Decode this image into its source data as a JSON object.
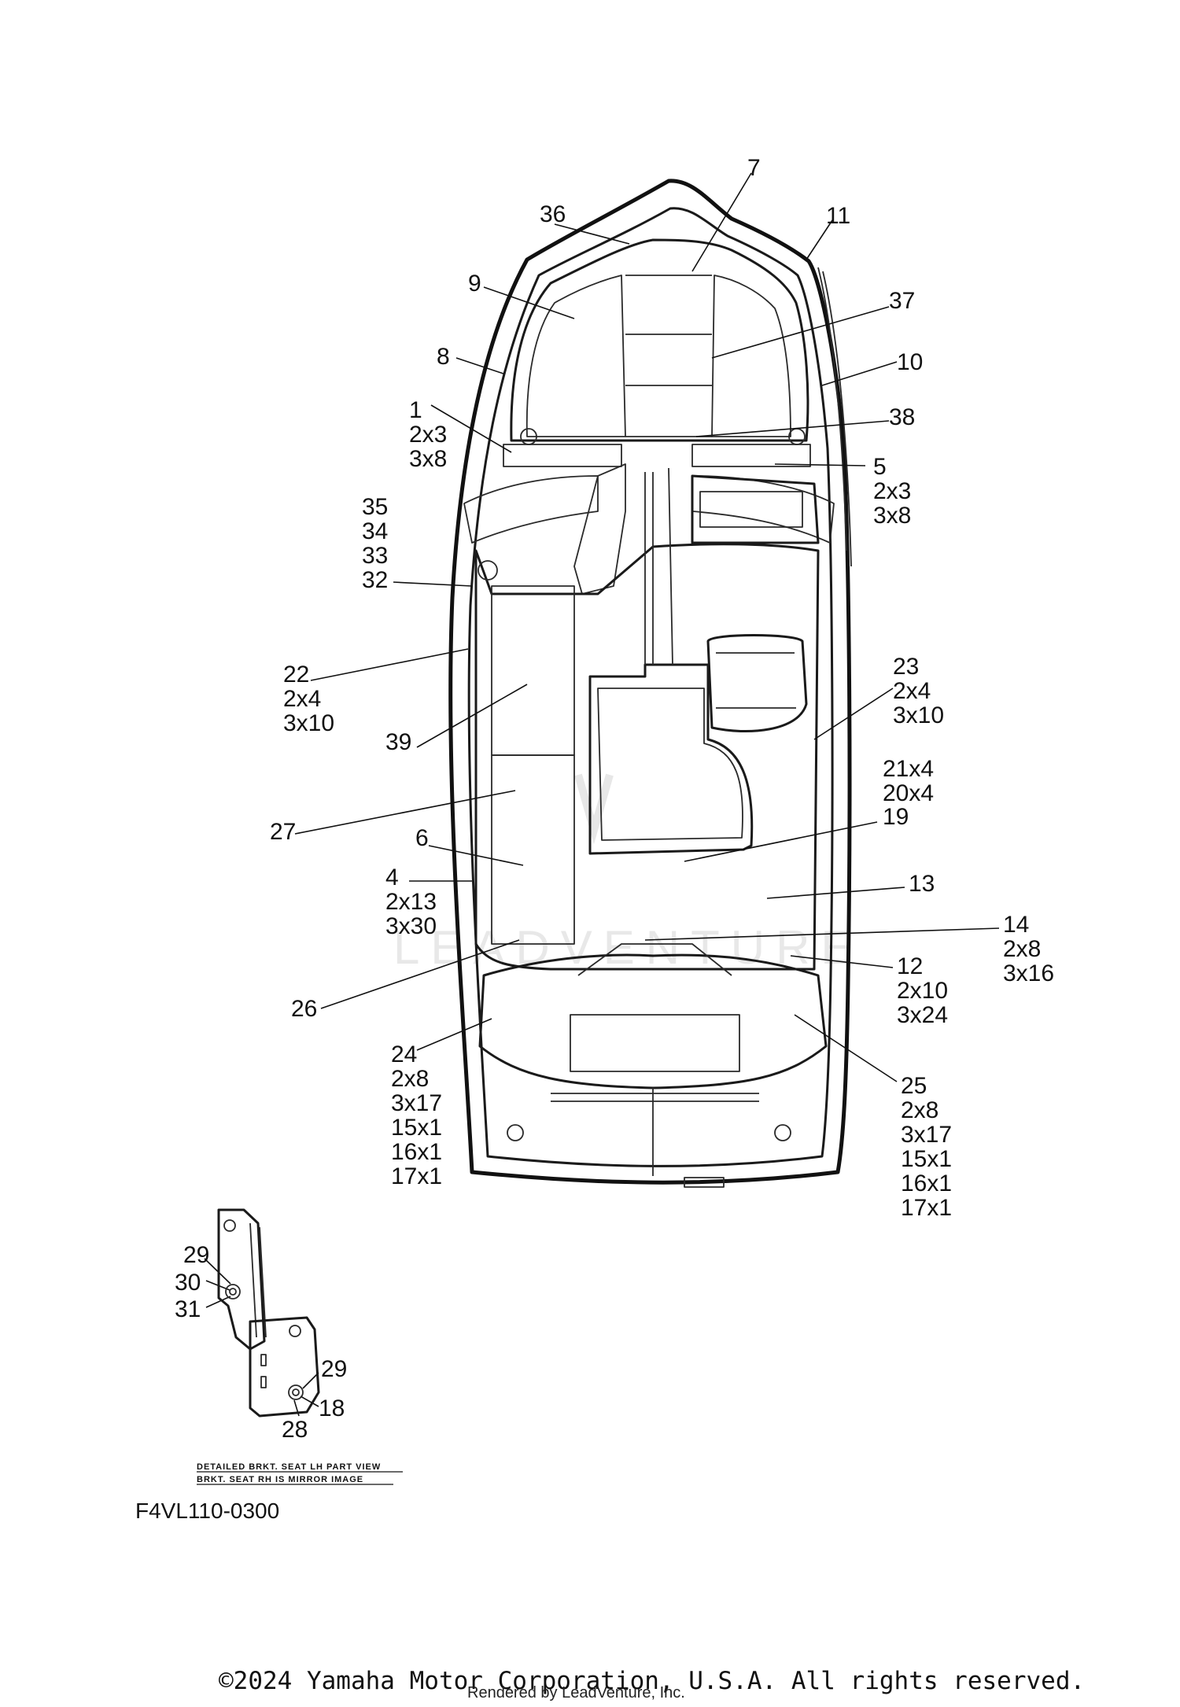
{
  "diagram": {
    "ref_code": "F4VL110-0300",
    "caption_line1": "DETAILED BRKT. SEAT LH PART VIEW",
    "caption_line2": "BRKT. SEAT RH IS MIRROR IMAGE",
    "copyright": "©2024 Yamaha Motor Corporation, U.S.A. All rights reserved.",
    "rendered_by": "Rendered by LeadVenture, Inc.",
    "watermark": "LEADVENTURE"
  },
  "callouts": [
    {
      "id": "c7",
      "lines": [
        "7"
      ]
    },
    {
      "id": "c36",
      "lines": [
        "36"
      ]
    },
    {
      "id": "c11",
      "lines": [
        "11"
      ]
    },
    {
      "id": "c9",
      "lines": [
        "9"
      ]
    },
    {
      "id": "c37",
      "lines": [
        "37"
      ]
    },
    {
      "id": "c8",
      "lines": [
        "8"
      ]
    },
    {
      "id": "c10",
      "lines": [
        "10"
      ]
    },
    {
      "id": "c1",
      "lines": [
        "1",
        "2x3",
        "3x8"
      ]
    },
    {
      "id": "c38",
      "lines": [
        "38"
      ]
    },
    {
      "id": "c5",
      "lines": [
        "5",
        "2x3",
        "3x8"
      ]
    },
    {
      "id": "c35",
      "lines": [
        "35",
        "34",
        "33",
        "32"
      ]
    },
    {
      "id": "c22",
      "lines": [
        "22",
        "2x4",
        "3x10"
      ]
    },
    {
      "id": "c23",
      "lines": [
        "23",
        "2x4",
        "3x10"
      ]
    },
    {
      "id": "c39",
      "lines": [
        "39"
      ]
    },
    {
      "id": "c21",
      "lines": [
        "21x4",
        "20x4"
      ]
    },
    {
      "id": "c19",
      "lines": [
        "19"
      ]
    },
    {
      "id": "c27",
      "lines": [
        "27"
      ]
    },
    {
      "id": "c6",
      "lines": [
        "6"
      ]
    },
    {
      "id": "c13",
      "lines": [
        "13"
      ]
    },
    {
      "id": "c4",
      "lines": [
        "4",
        "2x13",
        "3x30"
      ]
    },
    {
      "id": "c14",
      "lines": [
        "14",
        "2x8",
        "3x16"
      ]
    },
    {
      "id": "c12",
      "lines": [
        "12",
        "2x10",
        "3x24"
      ]
    },
    {
      "id": "c26",
      "lines": [
        "26"
      ]
    },
    {
      "id": "c24",
      "lines": [
        "24",
        "2x8",
        "3x17",
        "15x1",
        "16x1",
        "17x1"
      ]
    },
    {
      "id": "c25",
      "lines": [
        "25",
        "2x8",
        "3x17",
        "15x1",
        "16x1",
        "17x1"
      ]
    },
    {
      "id": "c29a",
      "lines": [
        "29"
      ]
    },
    {
      "id": "c30",
      "lines": [
        "30"
      ]
    },
    {
      "id": "c31",
      "lines": [
        "31"
      ]
    },
    {
      "id": "c29b",
      "lines": [
        "29"
      ]
    },
    {
      "id": "c18",
      "lines": [
        "18"
      ]
    },
    {
      "id": "c28",
      "lines": [
        "28"
      ]
    }
  ]
}
